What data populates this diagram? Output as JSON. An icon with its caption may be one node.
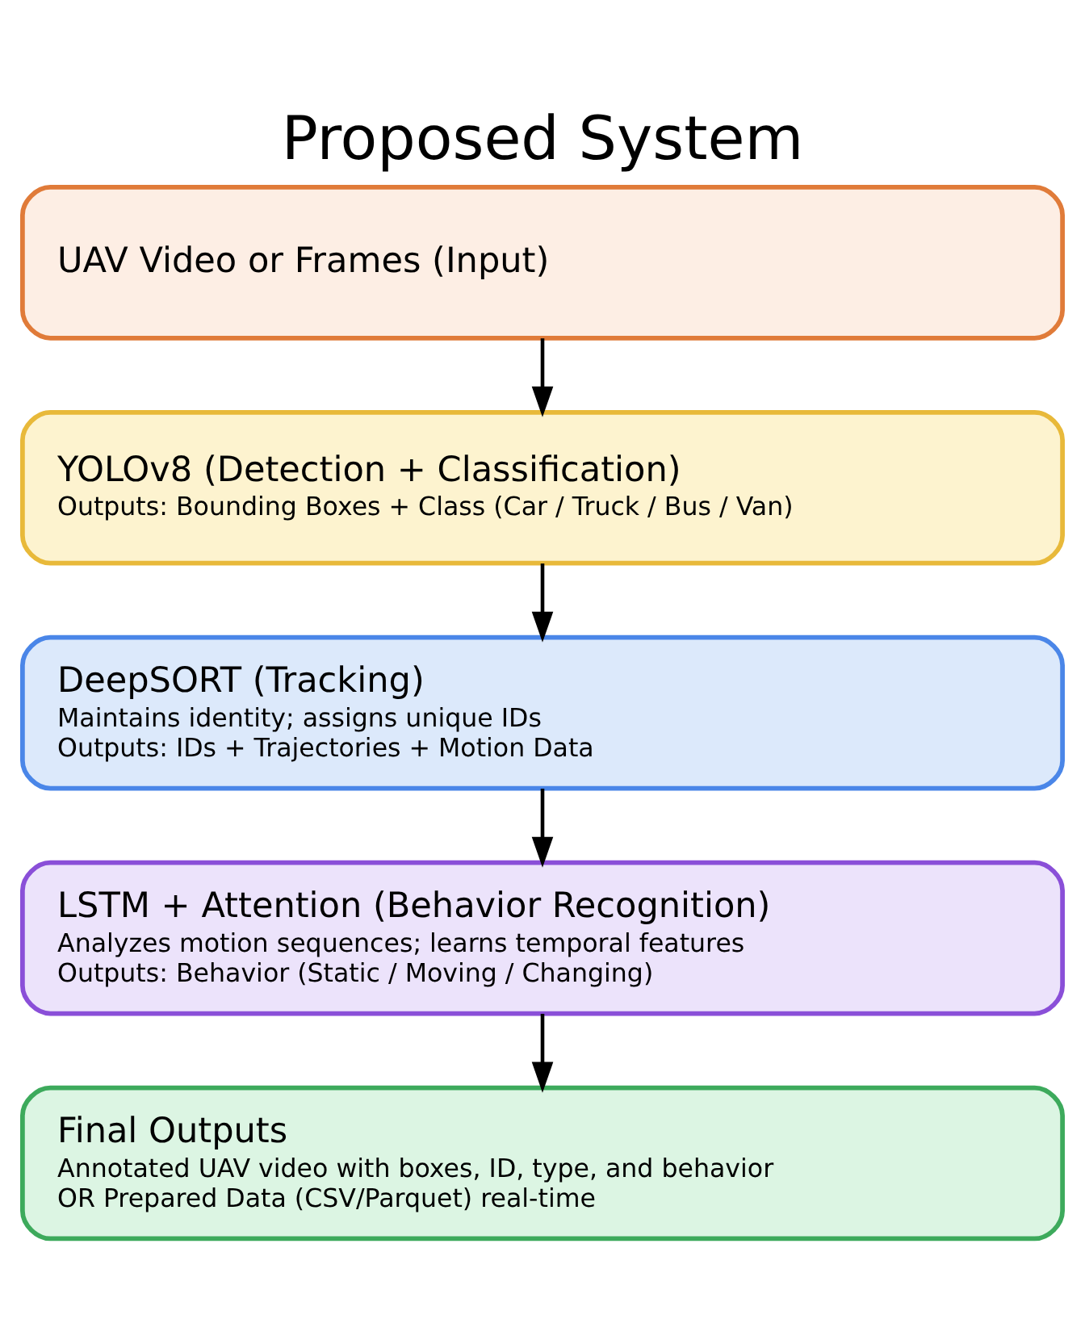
{
  "diagram": {
    "title": "Proposed System",
    "nodes": [
      {
        "text": [
          "UAV Video or Frames (Input)"
        ]
      },
      {
        "text": [
          "YOLOv8 (Detection + Classification)",
          "Outputs: Bounding Boxes + Class (Car / Truck / Bus / Van)"
        ]
      },
      {
        "text": [
          "DeepSORT (Tracking)",
          "Maintains identity; assigns unique IDs",
          "Outputs: IDs + Trajectories + Motion Data"
        ]
      },
      {
        "text": [
          "LSTM + Attention (Behavior Recognition)",
          "Analyzes motion sequences; learns temporal features",
          "Outputs: Behavior (Static / Moving / Changing)"
        ]
      },
      {
        "text": [
          "Final Outputs",
          "Annotated UAV video with boxes, ID, type, and behavior",
          "OR Prepared Data (CSV/Parquet) real-time"
        ]
      }
    ],
    "edges": [
      {
        "from": 0,
        "to": 1,
        "arrow": "to"
      },
      {
        "from": 1,
        "to": 2,
        "arrow": "to"
      },
      {
        "from": 2,
        "to": 3,
        "arrow": "to"
      },
      {
        "from": 3,
        "to": 4,
        "arrow": "to"
      }
    ]
  }
}
